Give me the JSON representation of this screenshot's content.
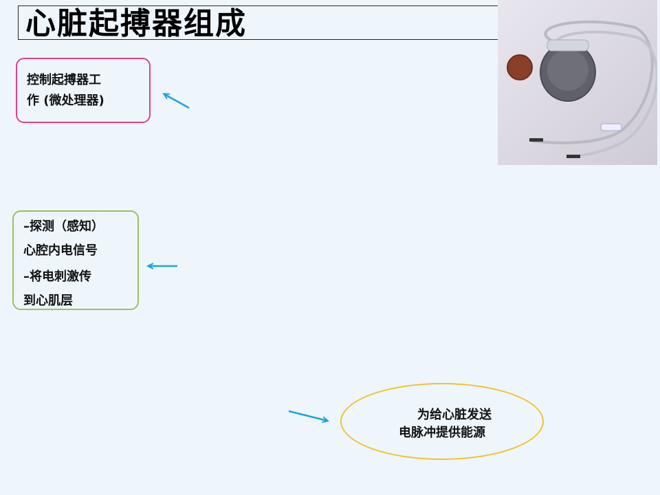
{
  "slide": {
    "title": "心脏起搏器组成"
  },
  "boxes": {
    "microprocessor": {
      "line1": "控制起搏器工",
      "line2": "作 (微处理器)"
    },
    "leads": {
      "line1": "–探测（感知）",
      "line2": "心腔内电信号",
      "line3": "–将电刺激传",
      "line4": "到心肌层"
    },
    "battery": {
      "line1": "为给心脏发送",
      "line2": "电脉冲提供能源"
    }
  },
  "colors": {
    "background": "#eef6fc",
    "arrow": "#1ba3dc",
    "box_magenta": "#e0408a",
    "box_green": "#9bc060",
    "box_yellow": "#f2c12a"
  }
}
